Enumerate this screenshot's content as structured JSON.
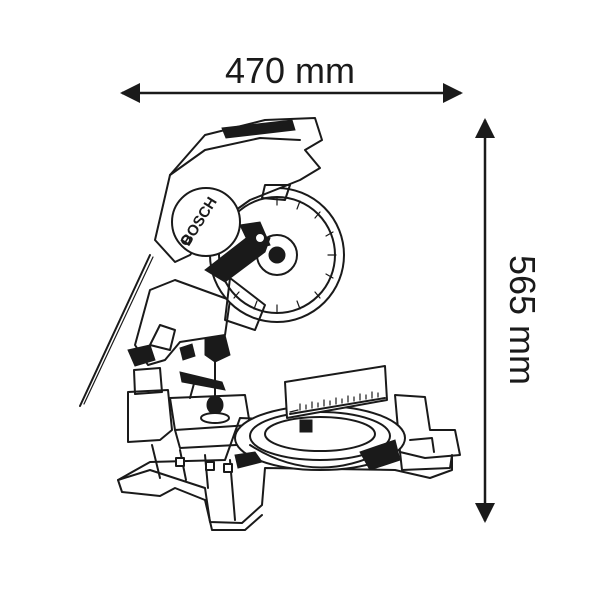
{
  "dimensions": {
    "width_label": "470 mm",
    "height_label": "565 mm"
  },
  "brand": {
    "logo_text": "BOSCH"
  },
  "colors": {
    "line": "#1a1a1a",
    "background": "#ffffff"
  }
}
